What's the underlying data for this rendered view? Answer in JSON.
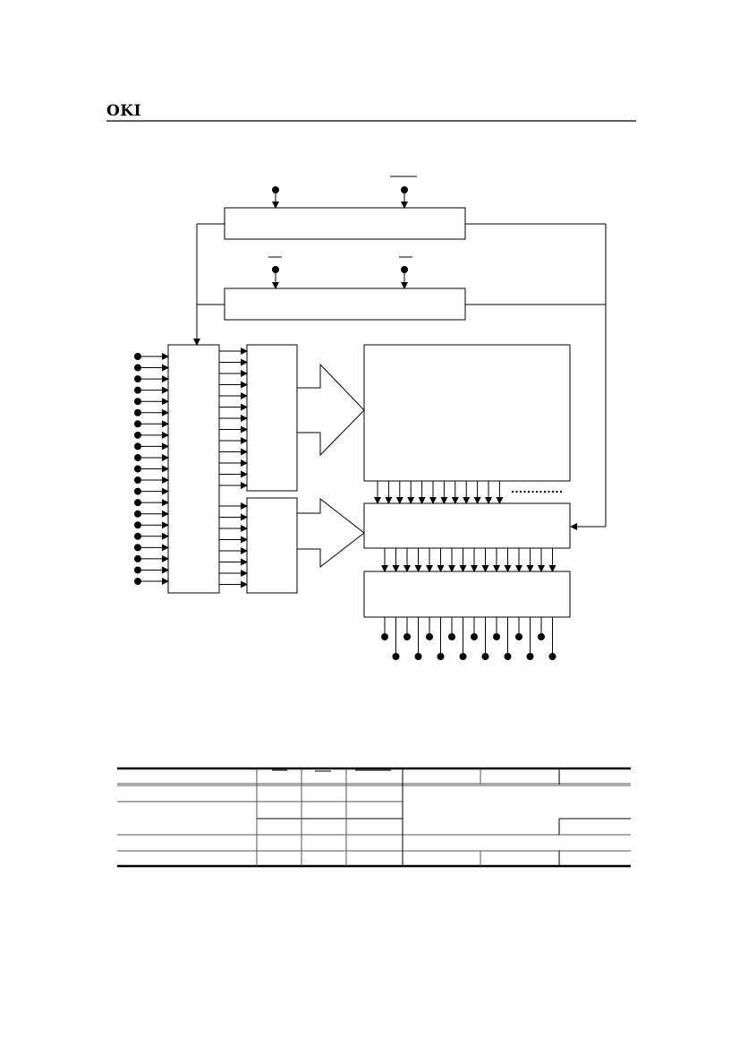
{
  "header": {
    "logo_text": "OKI"
  },
  "diagram": {
    "left_inputs": 21,
    "upper_latch_lines": 13,
    "lower_latch_lines": 8,
    "array_outputs": 12,
    "sense_outputs": 16,
    "output_pins": 16
  },
  "colors": {
    "line": "#000000",
    "table_rule": "#555555"
  }
}
